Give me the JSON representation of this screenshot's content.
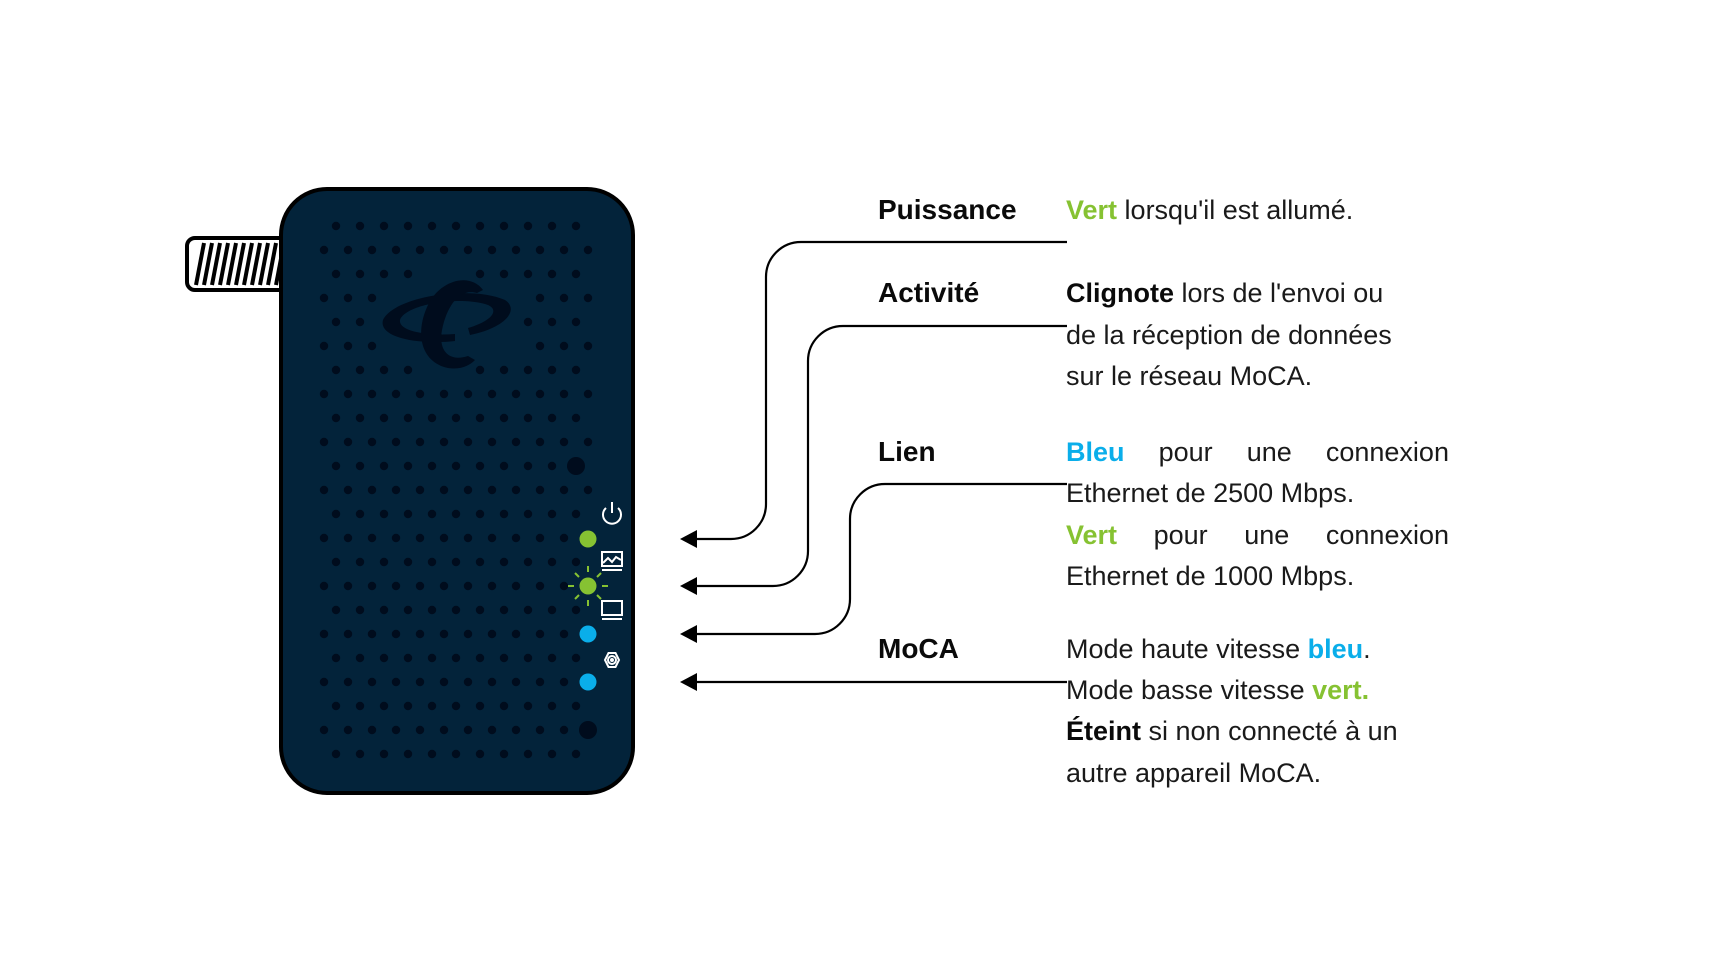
{
  "colors": {
    "device": "#03233a",
    "holes": "#000c1d",
    "green": "#86c232",
    "blue": "#0aaeea",
    "line": "#000000"
  },
  "sections": [
    {
      "label": "Puissance",
      "lines": [
        [
          {
            "t": "Vert",
            "s": "g"
          },
          {
            "t": " lorsqu'il est allumé.",
            "s": ""
          }
        ]
      ]
    },
    {
      "label": "Activité",
      "lines": [
        [
          {
            "t": "Clignote",
            "s": "b"
          },
          {
            "t": " lors de l'envoi ou",
            "s": ""
          }
        ],
        [
          {
            "t": "de la réception de données",
            "s": ""
          }
        ],
        [
          {
            "t": "sur le réseau MoCA.",
            "s": ""
          }
        ]
      ]
    },
    {
      "label": "Lien",
      "lines": [
        [
          {
            "t": "Bleu",
            "s": "bl"
          },
          {
            "t": "pour",
            "s": ""
          },
          {
            "t": "une",
            "s": ""
          },
          {
            "t": "connexion",
            "s": ""
          }
        ],
        [
          {
            "t": "Ethernet de 2500 Mbps.",
            "s": ""
          }
        ],
        [
          {
            "t": "Vert",
            "s": "g"
          },
          {
            "t": "pour",
            "s": ""
          },
          {
            "t": "une",
            "s": ""
          },
          {
            "t": "connexion",
            "s": ""
          }
        ],
        [
          {
            "t": "Ethernet de 1000 Mbps.",
            "s": ""
          }
        ]
      ]
    },
    {
      "label": "MoCA",
      "lines": [
        [
          {
            "t": "Mode haute vitesse ",
            "s": ""
          },
          {
            "t": "bleu",
            "s": "bl"
          },
          {
            "t": ".",
            "s": ""
          }
        ],
        [
          {
            "t": "Mode basse vitesse ",
            "s": ""
          },
          {
            "t": "vert.",
            "s": "g"
          }
        ],
        [
          {
            "t": "Éteint",
            "s": "b"
          },
          {
            "t": " si non connecté à un",
            "s": ""
          }
        ],
        [
          {
            "t": "autre appareil MoCA.",
            "s": ""
          }
        ]
      ]
    }
  ],
  "leds": [
    {
      "name": "power",
      "icon": "power-icon",
      "state": "green"
    },
    {
      "name": "activity",
      "icon": "activity-chart-icon",
      "state": "green-blinking"
    },
    {
      "name": "link",
      "icon": "laptop-icon",
      "state": "blue"
    },
    {
      "name": "moca",
      "icon": "coax-connector-icon",
      "state": "blue"
    }
  ]
}
